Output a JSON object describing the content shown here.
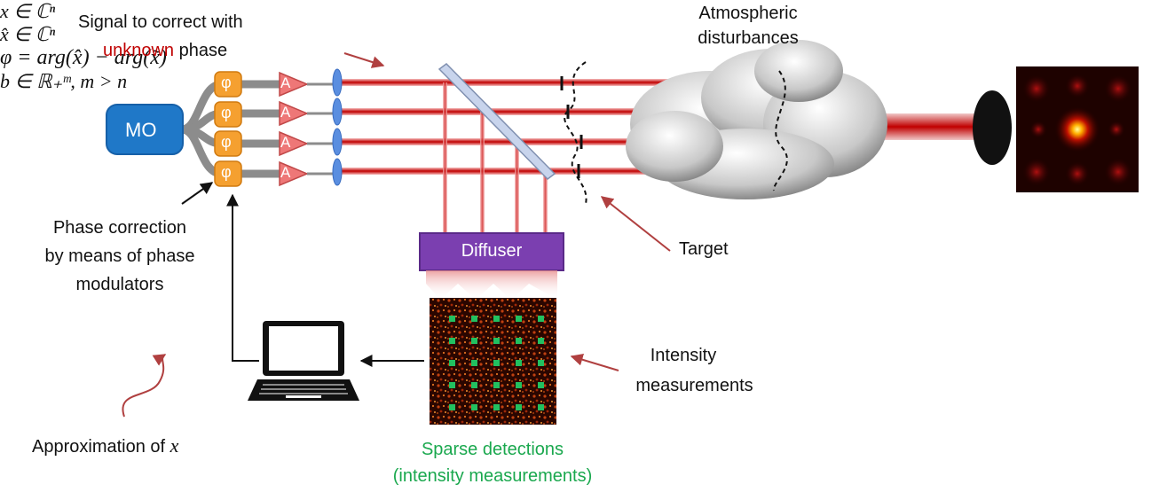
{
  "labels": {
    "signal_line1": "Signal to correct with",
    "signal_unknown": "unknown",
    "signal_phase": "phase",
    "signal_math": "x ∈ ℂⁿ",
    "atmos_line1": "Atmospheric",
    "atmos_line2": "disturbances",
    "mo": "MO",
    "phi": "φ",
    "amp": "A",
    "diffuser": "Diffuser",
    "target": "Target",
    "target_math": "x̂ ∈ ℂⁿ",
    "phase_corr_1": "Phase correction",
    "phase_corr_2": "by means of phase",
    "phase_corr_3": "modulators",
    "phase_formula": "φ = arg(x̂) − arg(x̃)",
    "intensity_1": "Intensity",
    "intensity_2": "measurements",
    "intensity_math": "b ∈ ℝ₊ᵐ, m > n",
    "approx": "Approximation of",
    "approx_math": "x",
    "sparse_1": "Sparse detections",
    "sparse_2": "(intensity measurements)"
  },
  "colors": {
    "beam": "#c00000",
    "mo_box": "#1f78c8",
    "phase_mod": "#f5a030",
    "amplifier": "#ee7777",
    "lens": "#5a8ee0",
    "diffuser": "#7b3fb0",
    "sparse_text": "#1aa84e",
    "detector_dots": "#22c060",
    "arrow_red": "#b04040"
  },
  "icons": {
    "laptop": "laptop-icon",
    "cloud": "cloud-icon",
    "camera_lens": "lens-icon"
  }
}
